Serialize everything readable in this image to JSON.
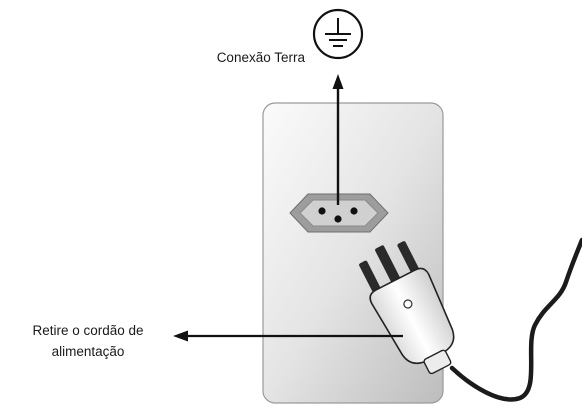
{
  "labels": {
    "ground": "Conexão Terra",
    "remove_line1": "Retire o cordão de",
    "remove_line2": "alimentação"
  },
  "icons": {
    "ground_symbol": "ground-symbol-icon"
  }
}
